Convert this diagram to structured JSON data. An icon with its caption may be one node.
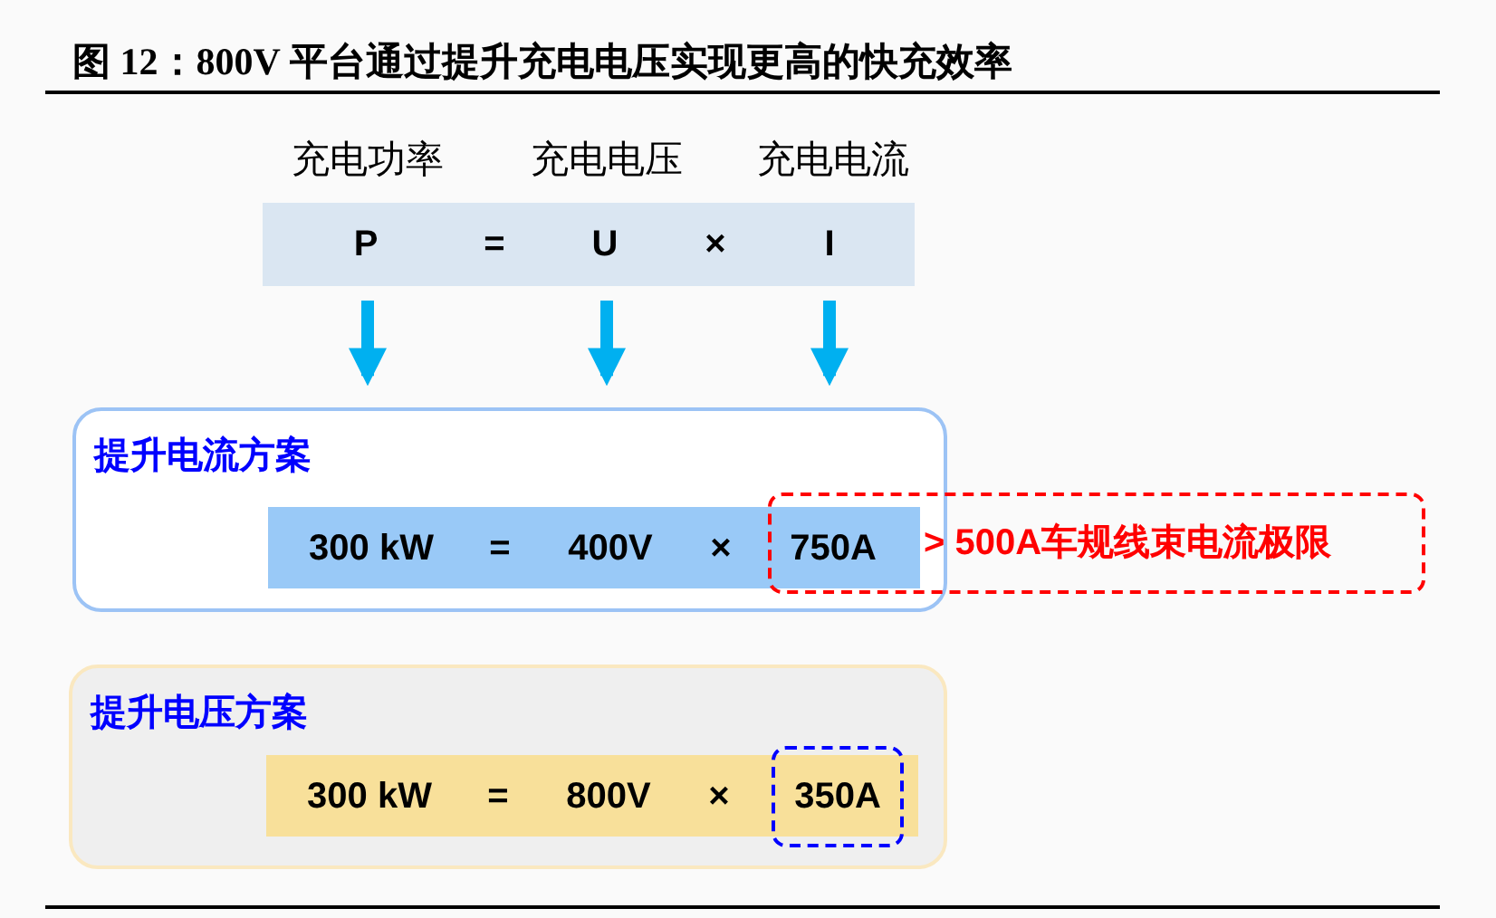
{
  "diagram": {
    "title": "图 12：800V 平台通过提升充电电压实现更高的快充效率",
    "nodes": [
      {
        "text": [
          "P",
          "=",
          "U",
          "×",
          "I"
        ]
      },
      {
        "text": [
          "提升电流方案"
        ]
      },
      {
        "text": [
          "300 kW",
          "=",
          "400V",
          "×",
          "750A"
        ],
        "in": 1
      },
      {
        "text": [
          "> 500A车规线束电流极限"
        ]
      },
      {
        "text": [
          "提升电压方案"
        ]
      },
      {
        "text": [
          "300 kW",
          "=",
          "800V",
          "×"
        ],
        "in": 4
      },
      {
        "text": [
          "350A"
        ],
        "in": 4
      }
    ],
    "edges": [
      {
        "from": 0,
        "to": 1,
        "arrow": "to"
      },
      {
        "from": 0,
        "to": 1,
        "arrow": "to"
      },
      {
        "from": 0,
        "to": 1,
        "arrow": "to"
      }
    ],
    "labels": [
      "充电功率",
      "充电电压",
      "充电电流"
    ]
  }
}
